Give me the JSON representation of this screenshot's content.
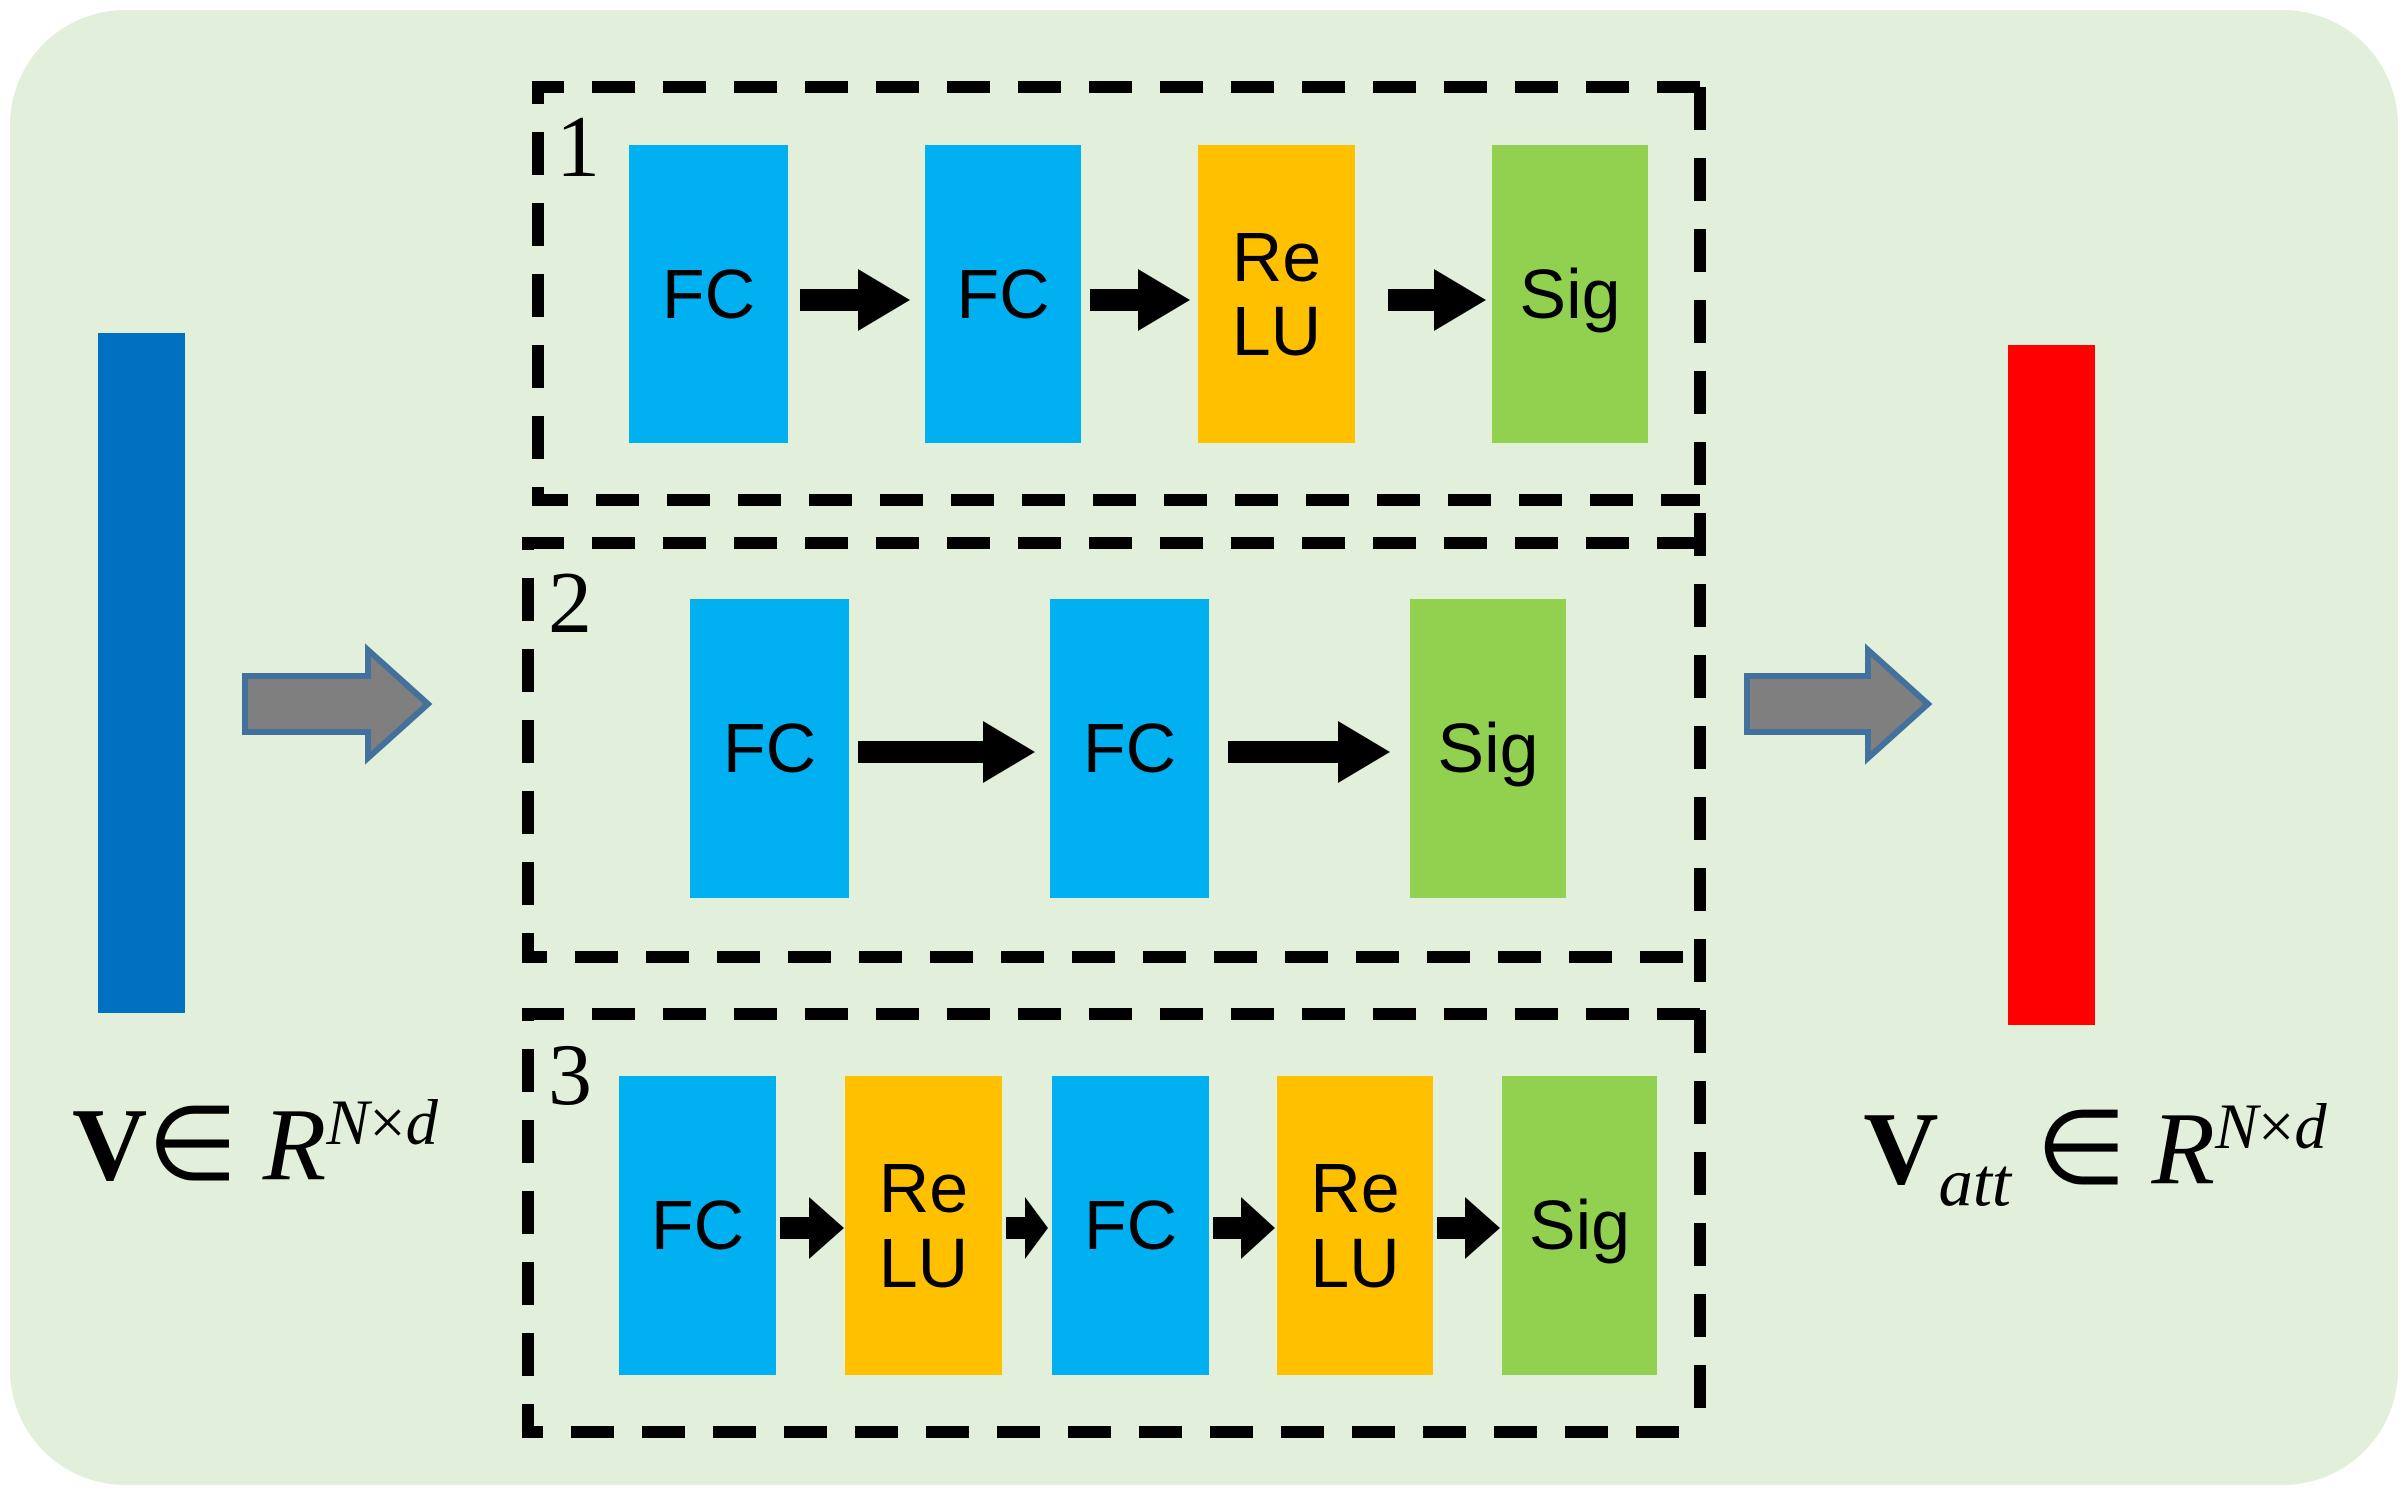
{
  "colors": {
    "canvas_bg": "#E2EFDA",
    "input_bar": "#0070C0",
    "output_bar": "#FF0000",
    "fc_block": "#00B0F0",
    "relu_block": "#FFC000",
    "sig_block": "#92D050",
    "gray_arrow_fill": "#7F7F7F",
    "gray_arrow_stroke": "#41719C",
    "flow_arrow": "#000000",
    "dash_border": "#000000",
    "text": "#000000"
  },
  "io": {
    "input_label": {
      "symbol": "V",
      "membership": "∈",
      "set": "R",
      "sup_rows": "N",
      "sup_times": "×",
      "sup_cols": "d"
    },
    "output_label": {
      "symbol": "V",
      "subscript": "att",
      "membership": "∈",
      "set": "R",
      "sup_rows": "N",
      "sup_times": "×",
      "sup_cols": "d"
    }
  },
  "modules": [
    {
      "number": "1",
      "blocks": [
        {
          "kind": "fc",
          "l1": "FC",
          "l2": ""
        },
        {
          "kind": "fc",
          "l1": "FC",
          "l2": ""
        },
        {
          "kind": "relu",
          "l1": "Re",
          "l2": "LU"
        },
        {
          "kind": "sig",
          "l1": "Sig",
          "l2": ""
        }
      ]
    },
    {
      "number": "2",
      "blocks": [
        {
          "kind": "fc",
          "l1": "FC",
          "l2": ""
        },
        {
          "kind": "fc",
          "l1": "FC",
          "l2": ""
        },
        {
          "kind": "sig",
          "l1": "Sig",
          "l2": ""
        }
      ]
    },
    {
      "number": "3",
      "blocks": [
        {
          "kind": "fc",
          "l1": "FC",
          "l2": ""
        },
        {
          "kind": "relu",
          "l1": "Re",
          "l2": "LU"
        },
        {
          "kind": "fc",
          "l1": "FC",
          "l2": ""
        },
        {
          "kind": "relu",
          "l1": "Re",
          "l2": "LU"
        },
        {
          "kind": "sig",
          "l1": "Sig",
          "l2": ""
        }
      ]
    }
  ]
}
